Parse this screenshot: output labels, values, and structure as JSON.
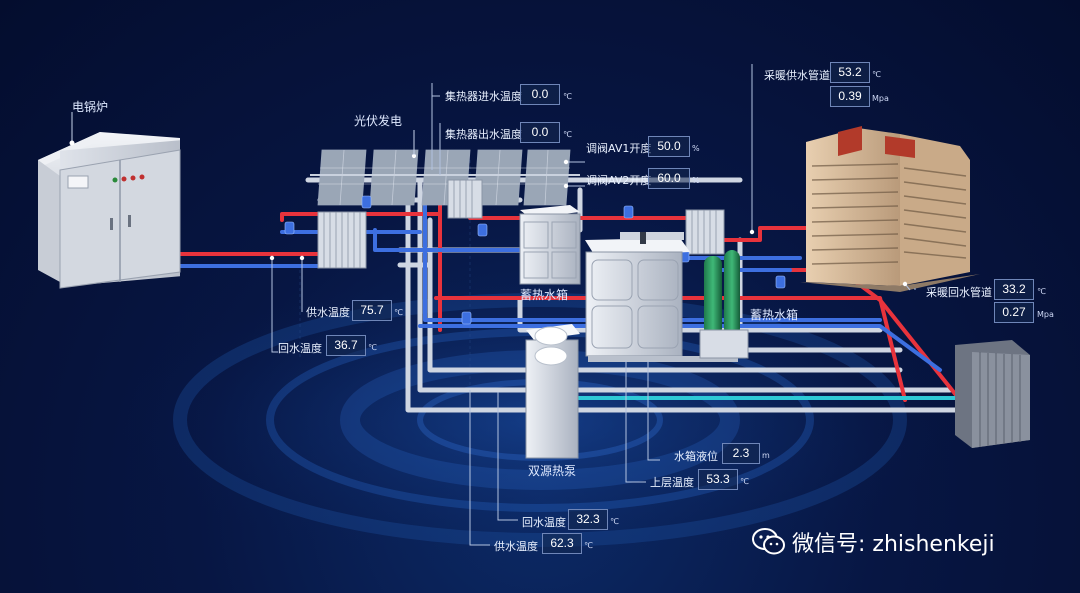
{
  "labels": {
    "boiler": "电锅炉",
    "pv": "光伏发电",
    "tank1": "蓄热水箱",
    "tank2": "蓄热水箱",
    "heatpump": "双源热泵"
  },
  "collector": {
    "inlet_label": "集热器进水温度",
    "inlet_value": "0.0",
    "inlet_unit": "℃",
    "outlet_label": "集热器出水温度",
    "outlet_value": "0.0",
    "outlet_unit": "℃"
  },
  "valves": {
    "av1_label": "调阀AV1开度",
    "av1_value": "50.0",
    "av1_unit": "%",
    "av2_label": "调阀AV2开度",
    "av2_value": "60.0",
    "av2_unit": "%"
  },
  "heating_supply": {
    "label": "采暖供水管道",
    "temp": "53.2",
    "temp_unit": "℃",
    "pressure": "0.39",
    "pressure_unit": "Mpa"
  },
  "heating_return": {
    "label": "采暖回水管道",
    "temp": "33.2",
    "temp_unit": "℃",
    "pressure": "0.27",
    "pressure_unit": "Mpa"
  },
  "boiler_side": {
    "supply_label": "供水温度",
    "supply_value": "75.7",
    "supply_unit": "℃",
    "return_label": "回水温度",
    "return_value": "36.7",
    "return_unit": "℃"
  },
  "tank_readings": {
    "level_label": "水箱液位",
    "level_value": "2.3",
    "level_unit": "m",
    "upper_label": "上层温度",
    "upper_value": "53.3",
    "upper_unit": "℃"
  },
  "heatpump_readings": {
    "return_label": "回水温度",
    "return_value": "32.3",
    "return_unit": "℃",
    "supply_label": "供水温度",
    "supply_value": "62.3",
    "supply_unit": "℃"
  },
  "watermark": {
    "text": "微信号: zhishenkeji"
  },
  "colors": {
    "supply": "#e8333c",
    "return": "#3d6fe0",
    "cyan": "#2ec9d6",
    "panel": "#6f86b8"
  },
  "icons": [
    "wechat-icon",
    "pump-icon",
    "heat-exchanger-icon"
  ]
}
